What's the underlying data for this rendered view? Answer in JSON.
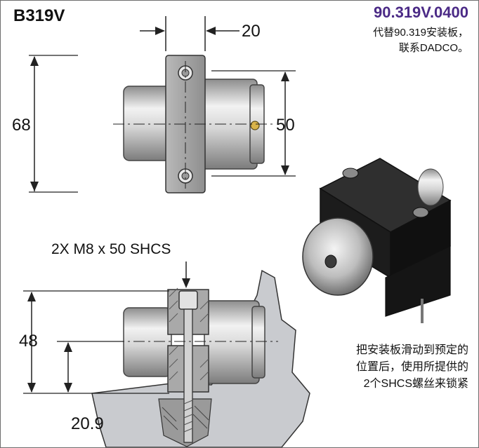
{
  "header": {
    "model": "B319V",
    "part_number": "90.319V.0400",
    "replace_note_line1": "代替90.319安装板，",
    "replace_note_line2": "联系DADCO。"
  },
  "dimensions": {
    "top_gap": "20",
    "overall_height": "68",
    "bolt_spacing": "50",
    "lower_height": "48",
    "center_height": "20.9"
  },
  "callout_screws": "2X M8 x 50 SHCS",
  "instructions": {
    "line1": "把安装板滑动到预定的",
    "line2": "位置后，使用所提供的",
    "line3": "2个SHCS螺丝来锁紧"
  },
  "colors": {
    "part_number": "#4b2a86",
    "metal_light": "#e6e6e6",
    "metal_dark": "#8a8a8a",
    "block_dark": "#1c1c1c",
    "base_gray": "#c9cbcf"
  }
}
